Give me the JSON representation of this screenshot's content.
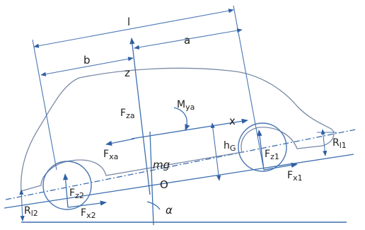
{
  "colors": {
    "line": "#3d6fb0",
    "car_outline": "#7a8aa6",
    "text": "#1e1e1e"
  },
  "dims": {
    "l": "l",
    "a": "a",
    "b": "b",
    "hG_main": "h",
    "hG_sub": "G",
    "Rl1_main": "R",
    "Rl1_sub": "l1",
    "Rl2_main": "R",
    "Rl2_sub": "l2"
  },
  "forces": {
    "z_axis": "z",
    "x_axis": "x",
    "Fza_main": "F",
    "Fza_sub": "za",
    "Fxa_main": "F",
    "Fxa_sub": "xa",
    "Mya_main": "M",
    "Mya_sub": "ya",
    "Fz1_main": "F",
    "Fz1_sub": "z1",
    "Fz2_main": "F",
    "Fz2_sub": "z2",
    "Fx1_main": "F",
    "Fx1_sub": "x1",
    "Fx2_main": "F",
    "Fx2_sub": "x2",
    "mg": "mg",
    "origin": "O",
    "alpha": "α"
  }
}
